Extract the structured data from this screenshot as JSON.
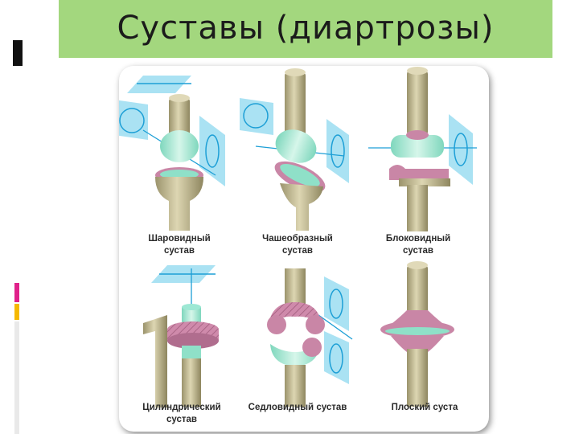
{
  "slide": {
    "title": "Суставы (диартрозы)"
  },
  "joints": [
    {
      "label_line1": "Шаровидный",
      "label_line2": "сустав"
    },
    {
      "label_line1": "Чашеобразный",
      "label_line2": "сустав"
    },
    {
      "label_line1": "Блоковидный",
      "label_line2": "сустав"
    },
    {
      "label_line1": "Цилиндрический",
      "label_line2": "сустав"
    },
    {
      "label_line1": "Седловидный сустав",
      "label_line2": ""
    },
    {
      "label_line1": "Плоский суста",
      "label_line2": ""
    }
  ],
  "colors": {
    "title_bar": "#a3d77e",
    "bone": "#c8c09a",
    "cartilage": "#c986a6",
    "joint_surface": "#8fe0c8",
    "plane": "#8ed8ef"
  }
}
